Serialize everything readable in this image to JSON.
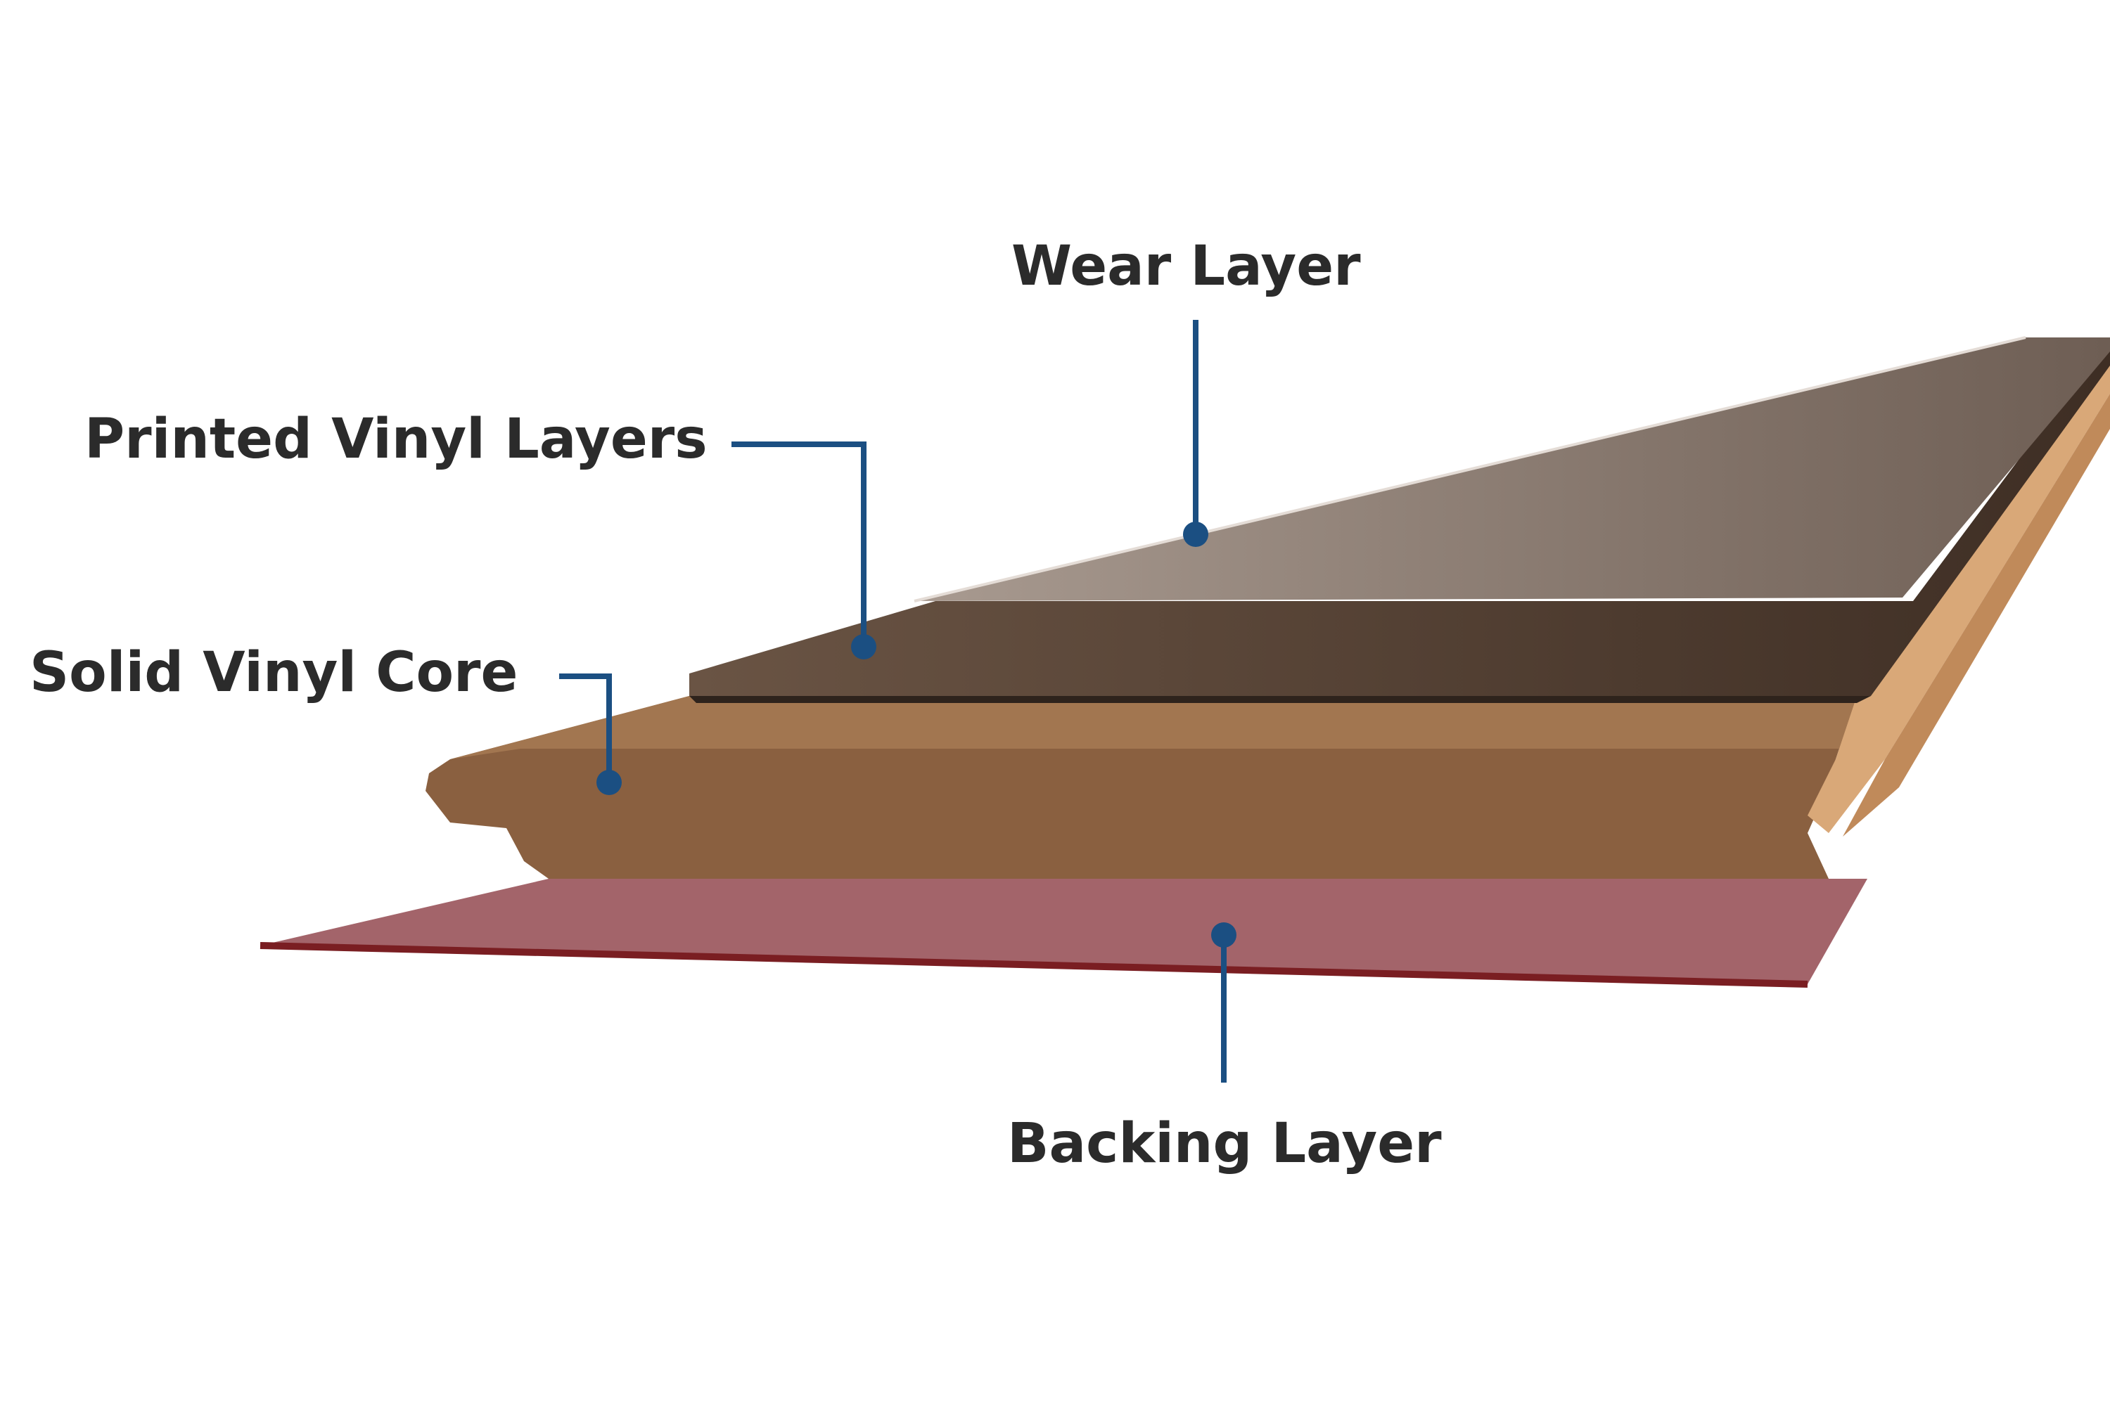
{
  "diagram": {
    "labels": {
      "wear_layer": "Wear Layer",
      "printed_vinyl_layers": "Printed Vinyl Layers",
      "solid_vinyl_core": "Solid Vinyl Core",
      "backing_layer": "Backing Layer"
    },
    "colors": {
      "callout_line": "#1b4f82",
      "wear_layer": "#8b7b70",
      "printed_layer": "#4e3b2f",
      "core": "#8a6040",
      "core_top": "#a27650",
      "backing": "#a3646a",
      "backing_edge": "#7a1e22",
      "tongue_edge": "#d9a878",
      "label_text": "#2b2b2b"
    }
  }
}
